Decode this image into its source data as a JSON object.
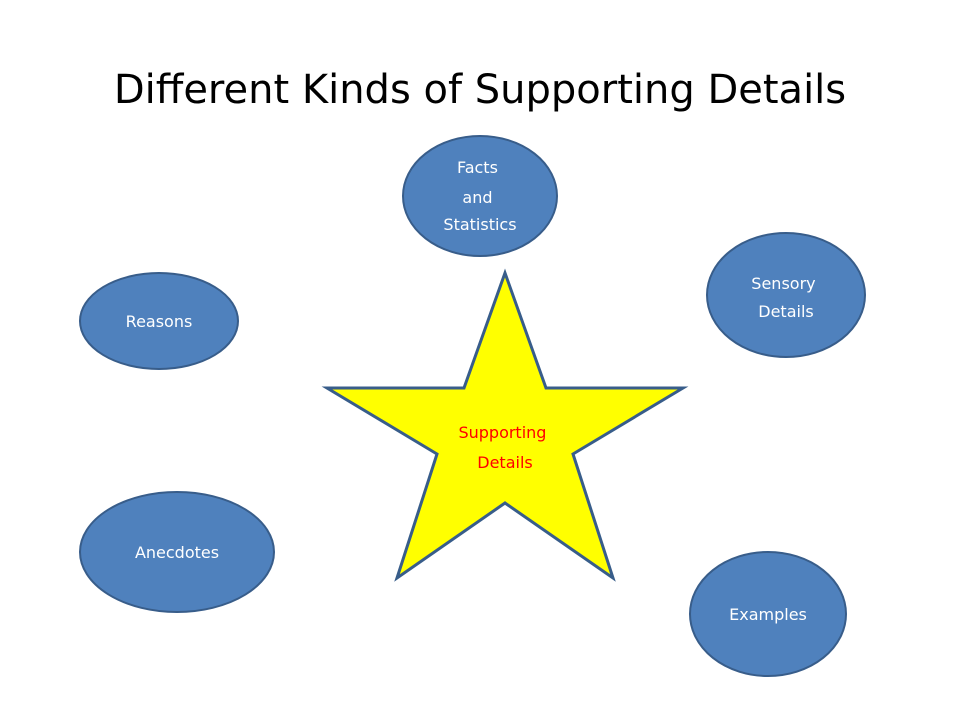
{
  "slide": {
    "title": "Different Kinds of Supporting Details"
  },
  "colors": {
    "bubble_fill": "#4F81BD",
    "bubble_stroke": "#385D8A",
    "bubble_text": "#FFFFFF",
    "star_fill": "#FFFF00",
    "star_stroke": "#385D8A",
    "star_text": "#FF0000"
  },
  "center": {
    "label_lines": [
      "Supporting",
      "Details"
    ]
  },
  "nodes": {
    "facts": {
      "label_lines": [
        "Facts",
        "and",
        "Statistics"
      ]
    },
    "sensory": {
      "label_lines": [
        "Sensory",
        "Details"
      ]
    },
    "reasons": {
      "label_lines": [
        "Reasons"
      ]
    },
    "anecdotes": {
      "label_lines": [
        "Anecdotes"
      ]
    },
    "examples": {
      "label_lines": [
        "Examples"
      ]
    }
  }
}
